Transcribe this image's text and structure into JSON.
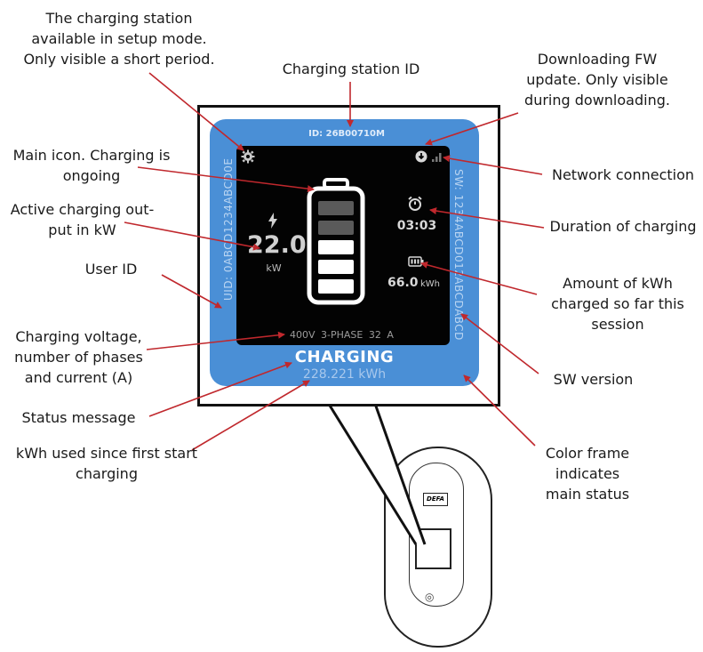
{
  "display": {
    "station_id": "ID: 26B00710M",
    "user_id": "UID: 0ABCD1234ABCD0E",
    "sw_version": "SW: 1234ABCD012ABCDABCD",
    "power_value": "22.0",
    "power_unit": "kW",
    "duration": "03:03",
    "energy_value": "66.0",
    "energy_unit": "kWh",
    "phase_info": "400V 3-PHASE 32 A",
    "status_message": "CHARGING",
    "total_kwh": "228.221 kWh",
    "battery_segments_filled": 3,
    "battery_segments_total": 5
  },
  "annotations": {
    "setup_mode": [
      "The charging station",
      "available in setup mode.",
      "Only visible a short period."
    ],
    "station_id": [
      "Charging station ID"
    ],
    "downloading_fw": [
      "Downloading FW",
      "update. Only visible",
      "during downloading."
    ],
    "main_icon": [
      "Main icon. Charging is",
      "ongoing"
    ],
    "network": [
      "Network connection"
    ],
    "active_output": [
      "Active charging out-",
      "put in kW"
    ],
    "duration": [
      "Duration of charging"
    ],
    "user_id": [
      "User ID"
    ],
    "energy_session": [
      "Amount of kWh",
      "charged so far this",
      "session"
    ],
    "voltage": [
      "Charging voltage,",
      "number of phases",
      "and current (A)"
    ],
    "sw_version": [
      "SW version"
    ],
    "status_message": [
      "Status message"
    ],
    "kwh_since_start": [
      "kWh used since first start",
      "charging"
    ],
    "color_frame": [
      "Color frame",
      "indicates",
      "main status"
    ]
  },
  "charger": {
    "logo": "DEFA"
  },
  "colors": {
    "frame": "#4a8fd6",
    "screen": "#030303",
    "arrow": "#c0282d"
  }
}
